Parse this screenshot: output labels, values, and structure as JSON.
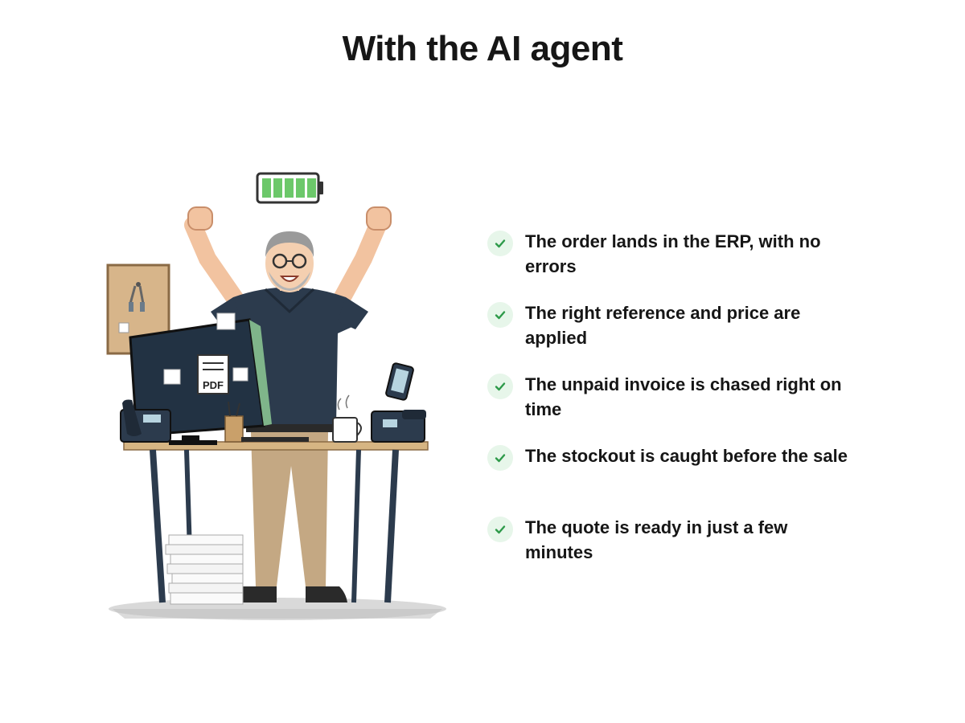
{
  "title": "With the AI agent",
  "illustration": {
    "subject": "happy-office-worker-icon",
    "screen_note_label": "PDF",
    "battery_level": 1.0
  },
  "colors": {
    "check_green": "#2e9a4a",
    "check_bg": "#e7f6ea",
    "battery_green": "#6cc86a",
    "shirt_navy": "#2c3b4d",
    "pants_khaki": "#c4a883"
  },
  "benefits": [
    {
      "icon": "check-icon",
      "text": "The order lands in the ERP, with no errors"
    },
    {
      "icon": "check-icon",
      "text": "The right reference and price are applied"
    },
    {
      "icon": "check-icon",
      "text": "The unpaid invoice is chased right on time"
    },
    {
      "icon": "check-icon",
      "text": "The stockout is caught before the sale"
    },
    {
      "icon": "check-icon",
      "text": "The quote is ready in just a few minutes"
    }
  ]
}
